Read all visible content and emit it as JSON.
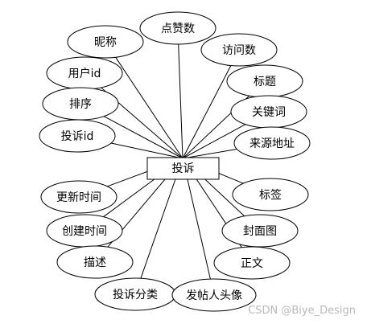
{
  "entity": {
    "label": "投诉"
  },
  "attributes": [
    {
      "id": "nickname",
      "label": "昵称"
    },
    {
      "id": "likes",
      "label": "点赞数"
    },
    {
      "id": "visits",
      "label": "访问数"
    },
    {
      "id": "user-id",
      "label": "用户id"
    },
    {
      "id": "title",
      "label": "标题"
    },
    {
      "id": "sort",
      "label": "排序"
    },
    {
      "id": "keywords",
      "label": "关键词"
    },
    {
      "id": "complaint-id",
      "label": "投诉id"
    },
    {
      "id": "source-url",
      "label": "来源地址"
    },
    {
      "id": "update-time",
      "label": "更新时间"
    },
    {
      "id": "tags",
      "label": "标签"
    },
    {
      "id": "create-time",
      "label": "创建时间"
    },
    {
      "id": "cover",
      "label": "封面图"
    },
    {
      "id": "description",
      "label": "描述"
    },
    {
      "id": "body",
      "label": "正文"
    },
    {
      "id": "category",
      "label": "投诉分类"
    },
    {
      "id": "avatar",
      "label": "发帖人头像"
    }
  ],
  "watermark": "CSDN @Biye_Design"
}
